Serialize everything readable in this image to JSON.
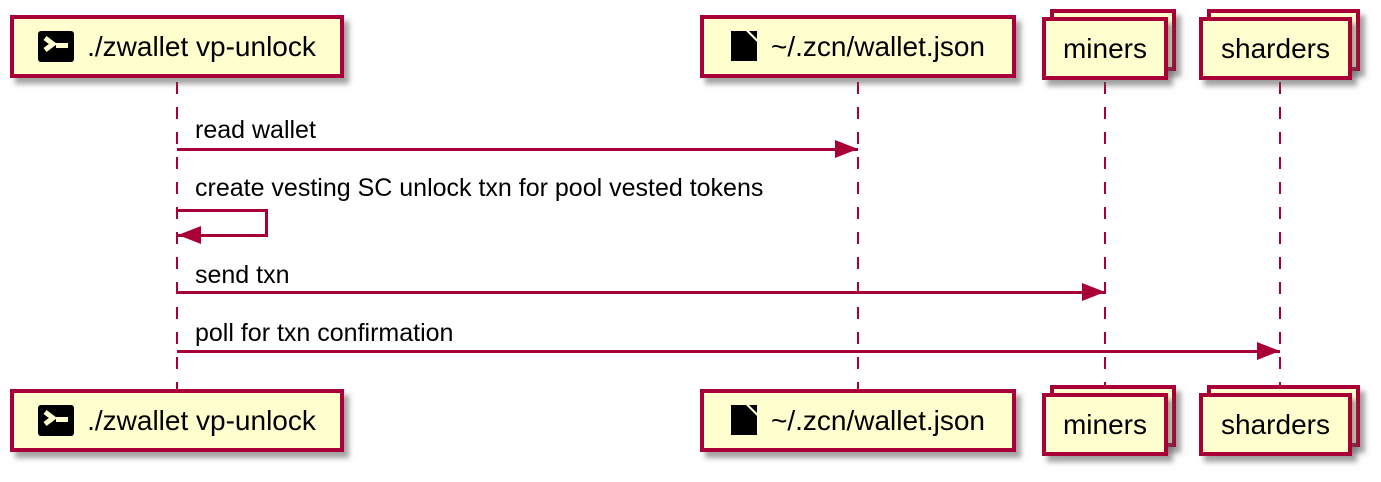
{
  "diagram": {
    "type": "sequence-diagram",
    "participants": [
      {
        "label": "./zwallet vp-unlock",
        "icon": "terminal-icon",
        "kind": "participant"
      },
      {
        "label": "~/.zcn/wallet.json",
        "icon": "file-icon",
        "kind": "participant"
      },
      {
        "label": "miners",
        "kind": "collections"
      },
      {
        "label": "sharders",
        "kind": "collections"
      }
    ],
    "messages": [
      {
        "from": "./zwallet vp-unlock",
        "to": "~/.zcn/wallet.json",
        "label": "read wallet",
        "type": "arrow"
      },
      {
        "from": "./zwallet vp-unlock",
        "to": "./zwallet vp-unlock",
        "label": "create vesting SC unlock txn for pool vested tokens",
        "type": "self-arrow"
      },
      {
        "from": "./zwallet vp-unlock",
        "to": "miners",
        "label": "send txn",
        "type": "arrow"
      },
      {
        "from": "./zwallet vp-unlock",
        "to": "sharders",
        "label": "poll for txn confirmation",
        "type": "arrow"
      }
    ],
    "colors": {
      "box_fill": "#FEFECE",
      "box_border": "#A80036",
      "arrow": "#A80036",
      "lifeline": "#A80036",
      "text": "#000000",
      "icon": "#000000",
      "shadow": "#8A8A8A",
      "background": "#FFFFFF"
    }
  }
}
